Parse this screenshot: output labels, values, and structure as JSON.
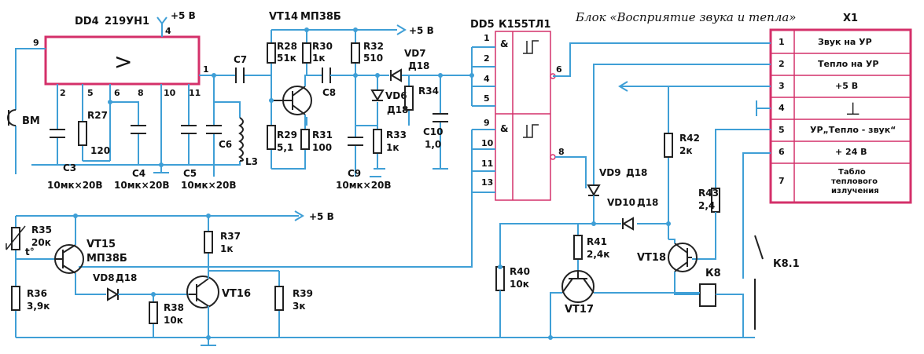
{
  "title": "Блок «Восприятие звука и тепла»",
  "supply": "+5 В",
  "ics": {
    "dd4": {
      "ref": "DD4",
      "type": "219УН1",
      "symbol": ">",
      "power_pin": "4",
      "input_pin": "9",
      "output_pin": "1",
      "pins_bottom": [
        "2",
        "5",
        "6",
        "8",
        "10",
        "11"
      ]
    },
    "dd5": {
      "ref": "DD5",
      "type": "К155ТЛ1",
      "gate_symbol": "&",
      "pins_top": [
        "1",
        "2",
        "4",
        "5"
      ],
      "pins_bottom": [
        "9",
        "10",
        "11",
        "13"
      ],
      "out_top": "6",
      "out_bottom": "8"
    }
  },
  "microphone": {
    "ref": "ВМ"
  },
  "transistors": {
    "vt14": {
      "ref": "VT14",
      "type": "МП38Б"
    },
    "vt15": {
      "ref": "VT15",
      "type": "МП38Б"
    },
    "vt16": {
      "ref": "VT16"
    },
    "vt17": {
      "ref": "VT17"
    },
    "vt18": {
      "ref": "VT18"
    }
  },
  "resistors": {
    "r27": {
      "ref": "R27",
      "value": "120"
    },
    "r28": {
      "ref": "R28",
      "value": "51к"
    },
    "r29": {
      "ref": "R29",
      "value": "5,1"
    },
    "r30": {
      "ref": "R30",
      "value": "1к"
    },
    "r31": {
      "ref": "R31",
      "value": "100"
    },
    "r32": {
      "ref": "R32",
      "value": "510"
    },
    "r33": {
      "ref": "R33",
      "value": "1к"
    },
    "r34": {
      "ref": "R34"
    },
    "r35": {
      "ref": "R35",
      "value": "20к",
      "temp": "t°"
    },
    "r36": {
      "ref": "R36",
      "value": "3,9к"
    },
    "r37": {
      "ref": "R37",
      "value": "1к"
    },
    "r38": {
      "ref": "R38",
      "value": "10к"
    },
    "r39": {
      "ref": "R39",
      "value": "3к"
    },
    "r40": {
      "ref": "R40",
      "value": "10к"
    },
    "r41": {
      "ref": "R41",
      "value": "2,4к"
    },
    "r42": {
      "ref": "R42",
      "value": "2к"
    },
    "r43": {
      "ref": "R43",
      "value": "2,4"
    }
  },
  "capacitors": {
    "c3": {
      "ref": "C3",
      "value": "10мк×20В"
    },
    "c4": {
      "ref": "C4",
      "value": "10мк×20В"
    },
    "c5": {
      "ref": "C5",
      "value": "10мк×20В"
    },
    "c6": {
      "ref": "C6"
    },
    "c7": {
      "ref": "C7"
    },
    "c8": {
      "ref": "C8"
    },
    "c9": {
      "ref": "C9",
      "value": "10мк×20В"
    },
    "c10": {
      "ref": "C10",
      "value": "1,0"
    }
  },
  "inductor": {
    "ref": "L3"
  },
  "diodes": {
    "vd6": {
      "ref": "VD6",
      "type": "Д18"
    },
    "vd7": {
      "ref": "VD7",
      "type": "Д18"
    },
    "vd8": {
      "ref": "VD8",
      "type": "Д18"
    },
    "vd9": {
      "ref": "VD9",
      "type": "Д18"
    },
    "vd10": {
      "ref": "VD10",
      "type": "Д18"
    }
  },
  "relay": {
    "ref": "К8",
    "contact": "К8.1"
  },
  "connector": {
    "ref": "Х1",
    "pins": [
      {
        "num": "1",
        "label": "Звук на УР"
      },
      {
        "num": "2",
        "label": "Тепло на УР"
      },
      {
        "num": "3",
        "label": "+5 В"
      },
      {
        "num": "4",
        "label": "⊥"
      },
      {
        "num": "5",
        "label": "УР„Тепло - звук“"
      },
      {
        "num": "6",
        "label": "+ 24 В"
      },
      {
        "num": "7",
        "label": "Табло теплового излучения",
        "lines": [
          "Табло",
          "теплового",
          "излучения"
        ]
      }
    ]
  },
  "colors": {
    "wire": "#3f9fd6",
    "component": "#222222",
    "ic_outline": "#d4306a",
    "connector": "#d4306a",
    "background": "#ffffff"
  }
}
